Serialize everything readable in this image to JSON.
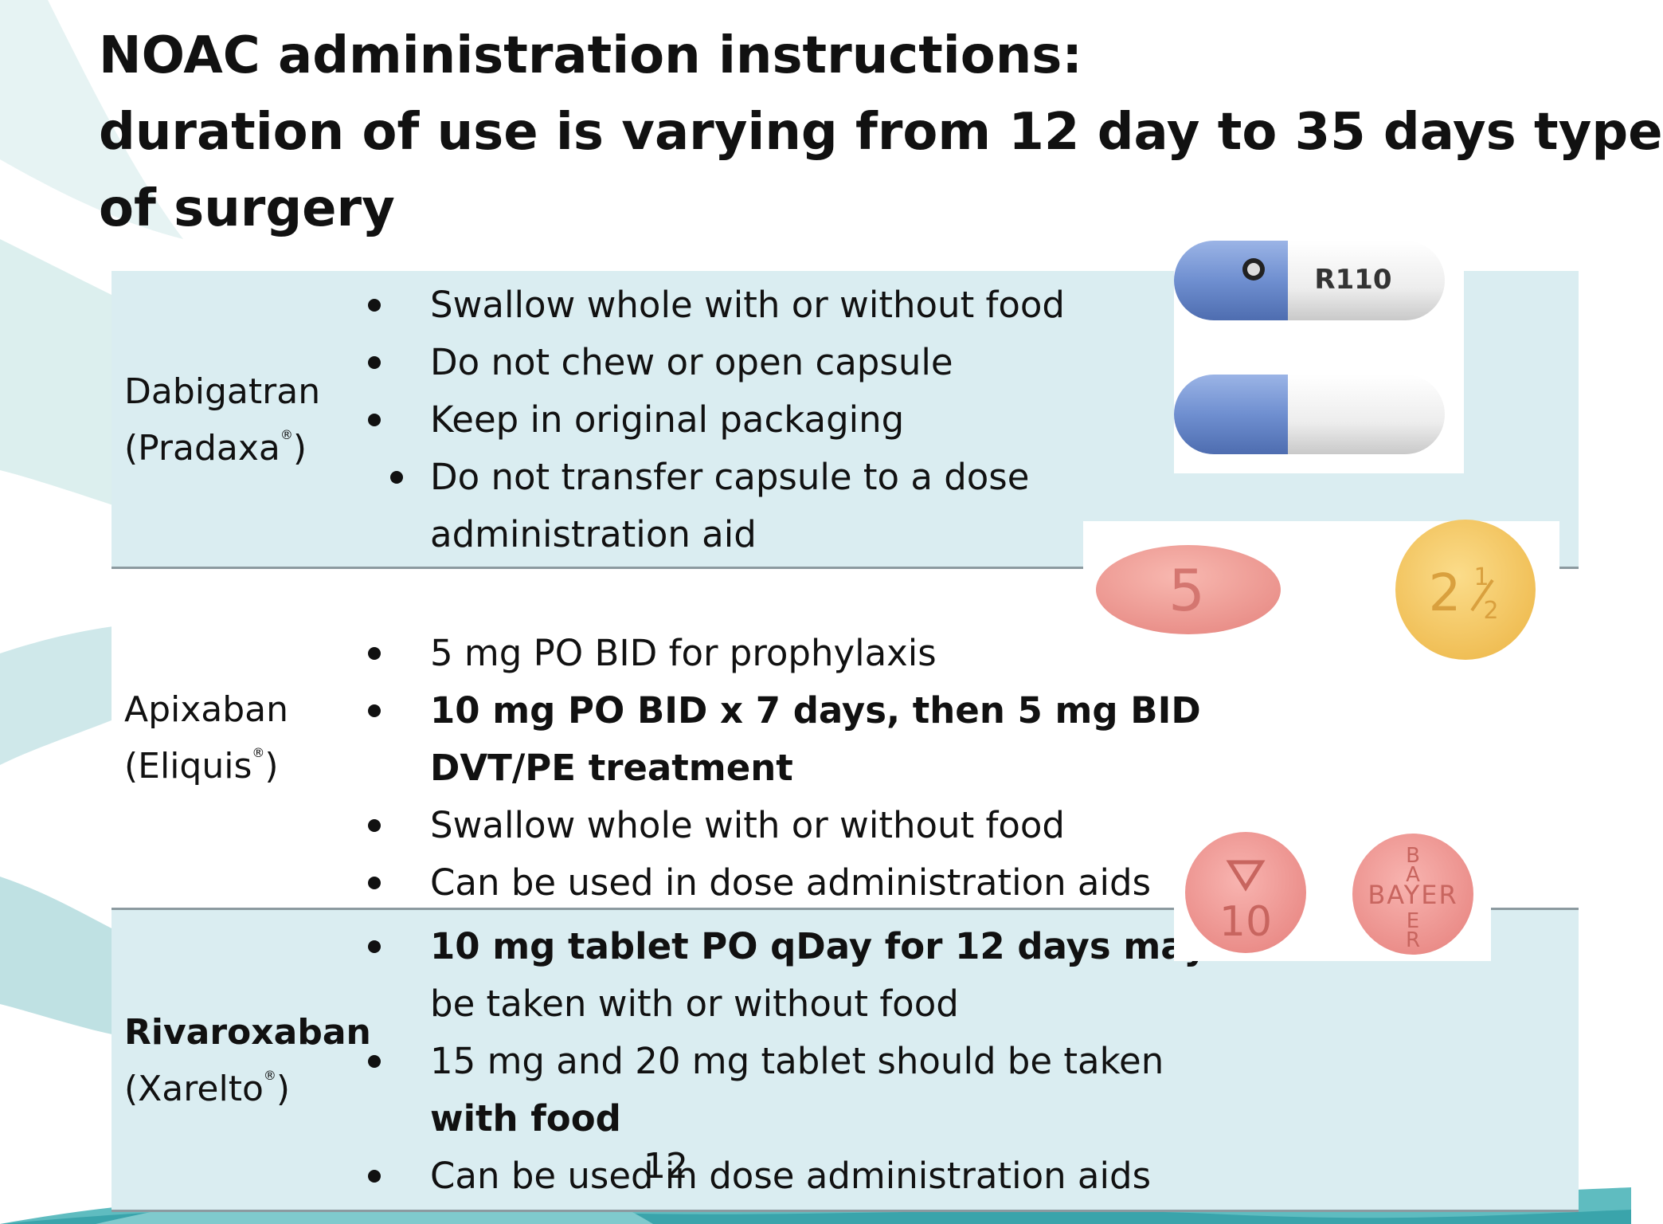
{
  "slide": {
    "title_lines": [
      "NOAC administration instructions:",
      "duration of use is varying from 12 day to 35 days type",
      "of surgery"
    ],
    "page_number": "12"
  },
  "drugs": [
    {
      "name": "Dabigatran",
      "brand": "(Pradaxa",
      "brand_mark": "®",
      "brand_close": ")",
      "instructions": [
        "Swallow whole with or without food",
        "Do not chew or open capsule",
        "Keep in original packaging",
        "Do not transfer capsule to a dose",
        "administration aid"
      ]
    },
    {
      "name": "Apixaban",
      "brand": "(Eliquis",
      "brand_mark": "®",
      "brand_close": ")",
      "instructions": [
        "5 mg PO BID for prophylaxis",
        "10 mg PO BID x 7 days, then 5 mg BID",
        "DVT/PE treatment",
        "Swallow whole with or without food",
        "Can be used in dose administration aids"
      ]
    },
    {
      "name": "Rivaroxaban",
      "brand": "(Xarelto",
      "brand_mark": "®",
      "brand_close": ")",
      "instructions": [
        "10 mg tablet PO qDay for 12 days may",
        "be taken with or without food",
        "15 mg and 20 mg tablet should be taken",
        "with food",
        "Can be used in dose administration aids"
      ]
    }
  ],
  "pill_imprints": {
    "dabigatran_capsule": "R110",
    "apixaban_5": "5",
    "apixaban_2_5_whole": "2",
    "apixaban_2_5_num": "1",
    "apixaban_2_5_den": "2",
    "rivaroxaban_10": "10",
    "bayer_horizontal": "BAYER",
    "bayer_v1": "B",
    "bayer_v2": "A",
    "bayer_v3": "E",
    "bayer_v4": "R"
  },
  "colors": {
    "row_blue": "#daedf1",
    "capsule_blue": "#6f8fd0",
    "apixaban_pink": "#f2a09a",
    "apixaban_yellow": "#f5cb6a",
    "rivaroxaban_pink": "#ef9c9a"
  }
}
